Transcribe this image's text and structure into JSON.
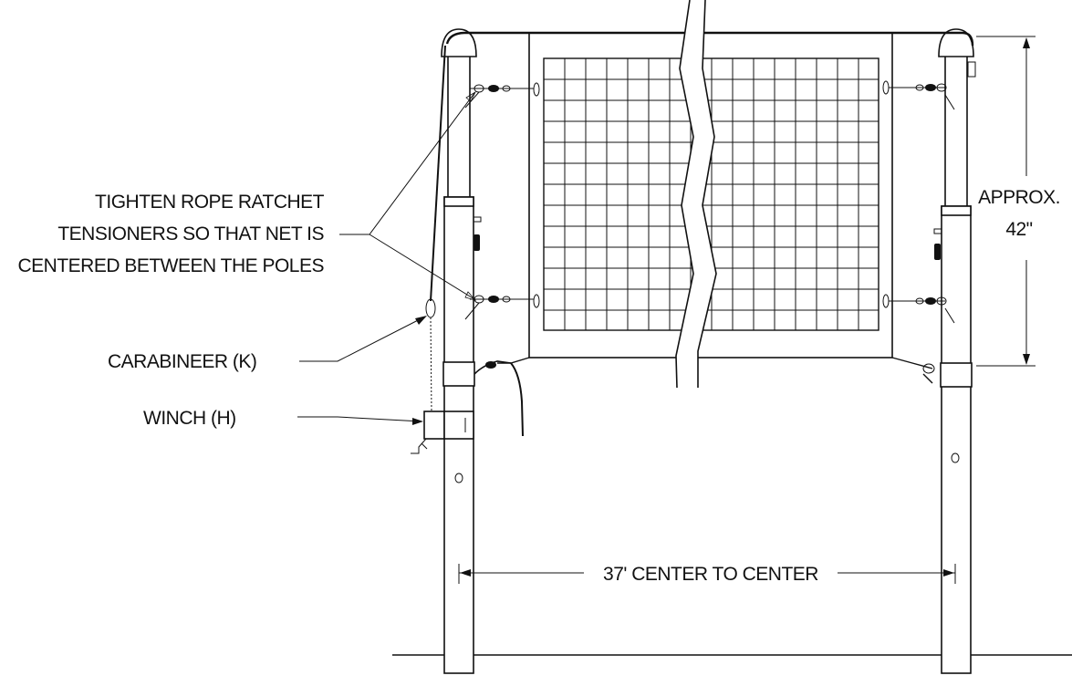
{
  "labels": {
    "tensioner_line1": "TIGHTEN ROPE RATCHET",
    "tensioner_line2": "TENSIONERS SO THAT NET IS",
    "tensioner_line3": "CENTERED BETWEEN THE POLES",
    "carabineer": "CARABINEER (K)",
    "winch": "WINCH (H)",
    "height_line1": "APPROX.",
    "height_line2": "42\"",
    "span": "37' CENTER TO CENTER"
  }
}
